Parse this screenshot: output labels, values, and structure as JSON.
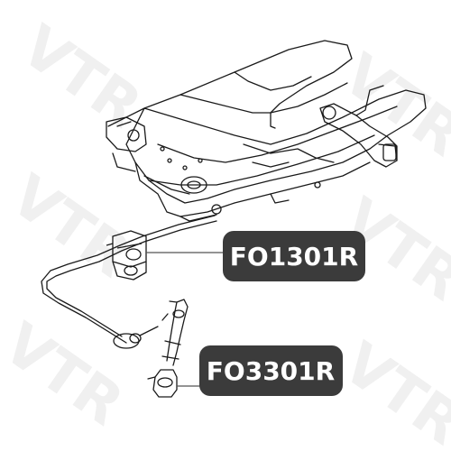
{
  "parts": [
    {
      "code": "FO1301R",
      "target": "stabilizer-bushing"
    },
    {
      "code": "FO3301R",
      "target": "stabilizer-link"
    }
  ],
  "watermark": {
    "text": "VTR",
    "color": "#f1f1f1"
  },
  "colors": {
    "line": "#1a1a1a",
    "label_bg": "#3b3b3b",
    "label_text": "#ffffff",
    "leader": "#555555"
  }
}
